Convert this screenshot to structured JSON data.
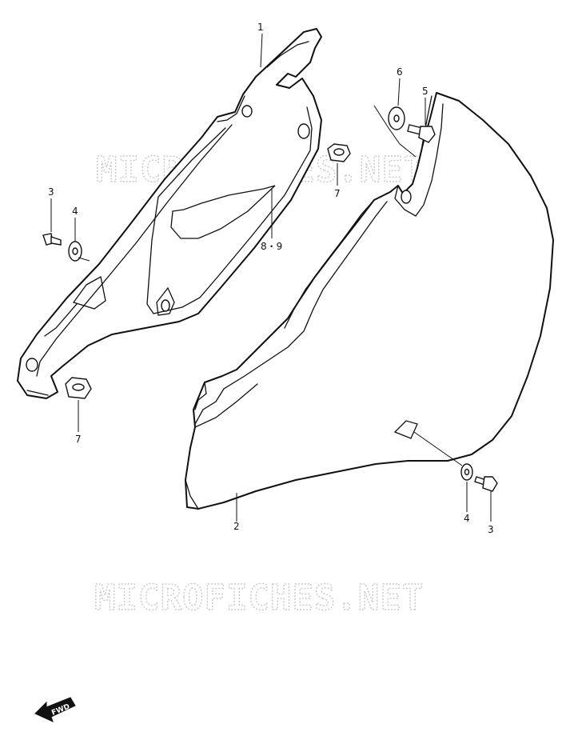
{
  "watermark": "MICROFICHES.NET",
  "callouts": {
    "c1": "1",
    "c2": "2",
    "c3a": "3",
    "c3b": "3",
    "c4a": "4",
    "c4b": "4",
    "c5": "5",
    "c6": "6",
    "c7a": "7",
    "c7b": "7",
    "c89": "8・9"
  },
  "direction_label": "FWD",
  "icons": [
    "fwd-arrow-icon"
  ]
}
